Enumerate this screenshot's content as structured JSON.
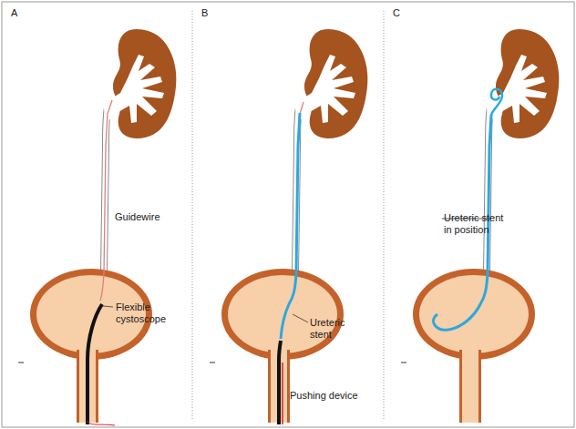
{
  "diagram": {
    "labels": [
      "A",
      "B",
      "C",
      "Guidewire",
      "Flexible cystoscope",
      "Ureteric stent",
      "Pushing device",
      "Ureteric stent in position"
    ]
  }
}
